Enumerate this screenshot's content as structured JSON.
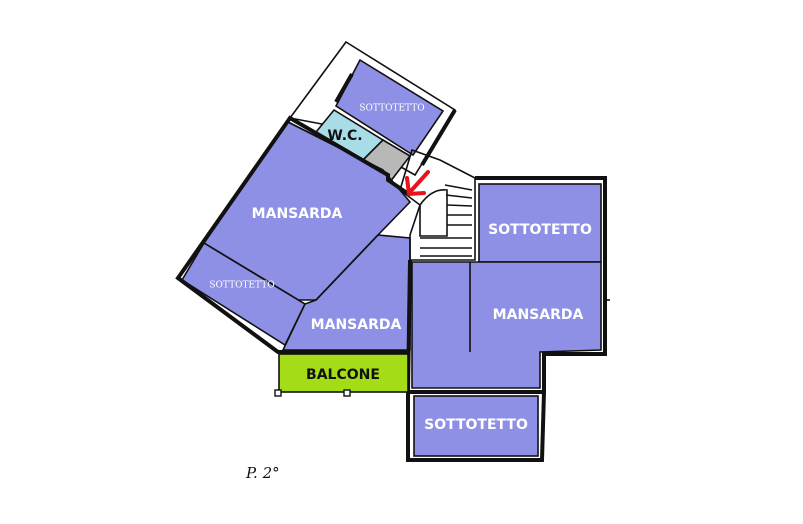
{
  "colors": {
    "room": "#8e90e6",
    "wc": "#a8dde8",
    "balcony": "#a4dd17",
    "stair": "#b8b8b8",
    "arrow": "#e8141b"
  },
  "rooms": {
    "sottotetto_top": "SOTTOTETTO",
    "wc": "W.C.",
    "mansarda_left": "MANSARDA",
    "sottotetto_left": "SOTTOTETTO",
    "mansarda_center": "MANSARDA",
    "sottotetto_right_top": "SOTTOTETTO",
    "mansarda_right": "MANSARDA",
    "sottotetto_bottom": "SOTTOTETTO",
    "balcone": "BALCONE"
  },
  "floor_label": "P. 2°",
  "icons": {
    "arrow": "entrance-arrow-icon"
  }
}
